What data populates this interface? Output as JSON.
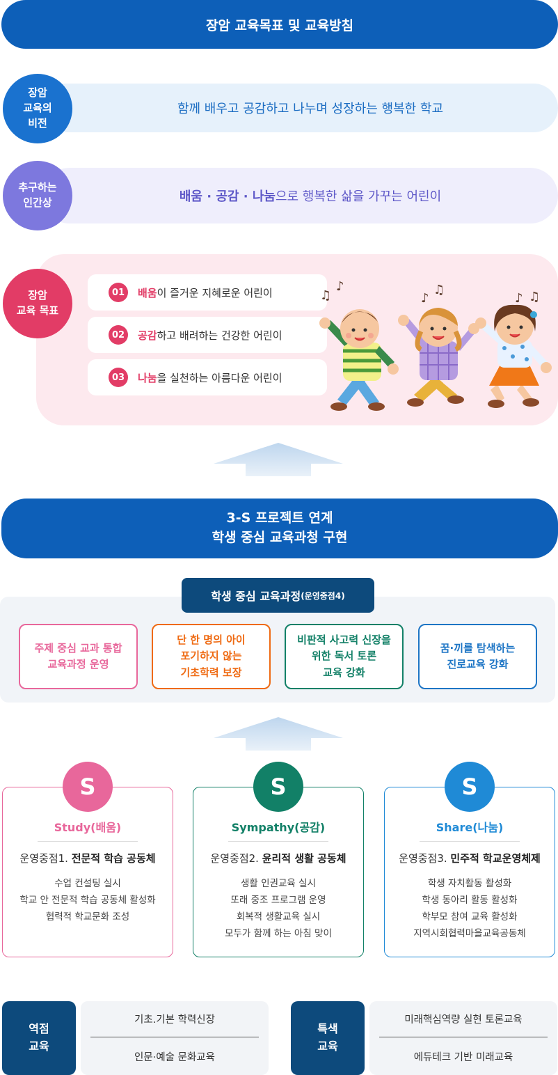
{
  "header": {
    "title": "장암 교육목표 및 교육방침"
  },
  "vision": {
    "label": "장암\n교육의\n비전",
    "text": "함께 배우고 공감하고 나누며 성장하는 행복한 학교"
  },
  "human": {
    "label": "추구하는\n인간상",
    "key": "배움 · 공감 · 나눔",
    "text": "으로 행복한 삶을 가꾸는 어린이"
  },
  "goals": {
    "label": "장암\n교육 목표",
    "items": [
      {
        "num": "01",
        "key": "배움",
        "rest": "이 즐거운 지혜로운 어린이"
      },
      {
        "num": "02",
        "key": "공감",
        "rest": "하고 배려하는 건강한 어린이"
      },
      {
        "num": "03",
        "key": "나눔",
        "rest": "을 실천하는 아름다운 어린이"
      }
    ]
  },
  "project": {
    "title": "3-S 프로젝트 연계\n학생 중심 교육과청 구현"
  },
  "curriculum": {
    "tab": "학생 중심 교육과정",
    "tab_note": "(운영중점4)",
    "boxes": [
      {
        "text": "주제 중심 교과 통합\n교육과정 운영",
        "color": "#e8679b"
      },
      {
        "text": "단 한 명의 아이\n포기하지 않는\n기초학력 보장",
        "color": "#ef6a12"
      },
      {
        "text": "비판적 사고력 신장을\n위한 독서 토론\n교육 강화",
        "color": "#128067"
      },
      {
        "text": "꿈·끼를 탐색하는\n진로교육 강화",
        "color": "#1d75c5"
      }
    ]
  },
  "s_cards": [
    {
      "badge": "S",
      "name": "Study(배움)",
      "focus_prefix": "운영중점1. ",
      "focus_bold": "전문적 학습 공동체",
      "lines": [
        "수업 컨설팅 실시",
        "학교 안 전문적 학습 공동체 활성화",
        "협력적 학교문화 조성"
      ],
      "color": "#e8679b"
    },
    {
      "badge": "S",
      "name": "Sympathy(공감)",
      "focus_prefix": "운영중점2. ",
      "focus_bold": "윤리적 생활 공동체",
      "lines": [
        "생활 인권교육 실시",
        "또래 중조 프로그램 운영",
        "회복적 생활교육 실시",
        "모두가 함께 하는 아침 맞이"
      ],
      "color": "#128067"
    },
    {
      "badge": "S",
      "name": "Share(나눔)",
      "focus_prefix": "운영중점3. ",
      "focus_bold": "민주적 학교운영체제",
      "lines": [
        "학생 자치활동 활성화",
        "학생 동아리 활동 활성화",
        "학부모 참여 교육 활성화",
        "지역시회협력마을교육공동체"
      ],
      "color": "#1f8ad6"
    }
  ],
  "categories": [
    {
      "label": "역점\n교육",
      "items": [
        "기초.기본 학력신장",
        "인문·예술 문화교육"
      ]
    },
    {
      "label": "특색\n교육",
      "items": [
        "미래핵심역량 실현 토론교육",
        "에듀테크 기반 미래교육"
      ]
    }
  ]
}
